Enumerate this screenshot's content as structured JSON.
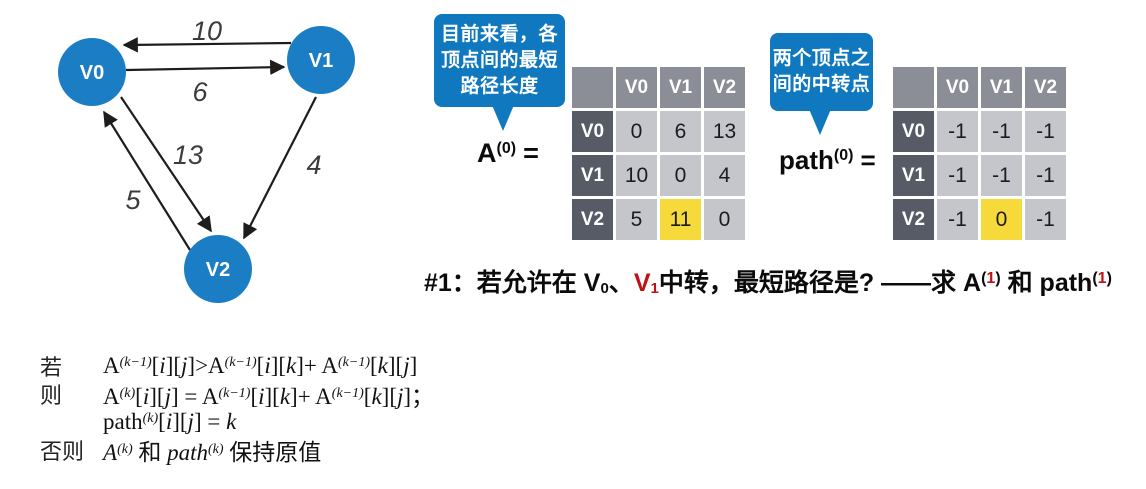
{
  "graph": {
    "nodes": [
      {
        "label": "V0"
      },
      {
        "label": "V1"
      },
      {
        "label": "V2"
      }
    ],
    "edges": [
      {
        "from": "V1",
        "to": "V0",
        "weight": "10"
      },
      {
        "from": "V0",
        "to": "V1",
        "weight": "6"
      },
      {
        "from": "V0",
        "to": "V2",
        "weight": "13"
      },
      {
        "from": "V2",
        "to": "V0",
        "weight": "5"
      },
      {
        "from": "V1",
        "to": "V2",
        "weight": "4"
      }
    ]
  },
  "bubbles": {
    "a": {
      "lines": [
        "目前来看，各",
        "顶点间的最短",
        "路径长度"
      ]
    },
    "path": {
      "lines": [
        "两个顶点之",
        "间的中转点"
      ]
    }
  },
  "matrices": {
    "a": {
      "label_base": "A",
      "label_sup": "(0)",
      "label_eq": "=",
      "col_headers": [
        "V0",
        "V1",
        "V2"
      ],
      "rows": [
        {
          "header": "V0",
          "cells": [
            "0",
            "6",
            "13"
          ]
        },
        {
          "header": "V1",
          "cells": [
            "10",
            "0",
            "4"
          ]
        },
        {
          "header": "V2",
          "cells": [
            "5",
            "11",
            "0"
          ]
        }
      ],
      "highlight": {
        "row": 2,
        "col": 1
      }
    },
    "path": {
      "label_base": "path",
      "label_sup": "(0)",
      "label_eq": "=",
      "col_headers": [
        "V0",
        "V1",
        "V2"
      ],
      "rows": [
        {
          "header": "V0",
          "cells": [
            "-1",
            "-1",
            "-1"
          ]
        },
        {
          "header": "V1",
          "cells": [
            "-1",
            "-1",
            "-1"
          ]
        },
        {
          "header": "V2",
          "cells": [
            "-1",
            "0",
            "-1"
          ]
        }
      ],
      "highlight": {
        "row": 2,
        "col": 1
      }
    }
  },
  "question": {
    "runs": [
      {
        "t": "#1：若允许在 "
      },
      {
        "t": "V"
      },
      {
        "t": "0",
        "c": "sub"
      },
      {
        "t": "、"
      },
      {
        "t": "V",
        "c": "red"
      },
      {
        "t": "1",
        "c": "sub red"
      },
      {
        "t": "中转，最短路径是? ——求 "
      },
      {
        "t": "A"
      },
      {
        "t": "(",
        "c": "sup"
      },
      {
        "t": "1",
        "c": "sup red"
      },
      {
        "t": ")",
        "c": "sup"
      },
      {
        "t": " 和 "
      },
      {
        "t": "path"
      },
      {
        "t": "(",
        "c": "sup"
      },
      {
        "t": "1",
        "c": "sup red"
      },
      {
        "t": ")",
        "c": "sup"
      }
    ]
  },
  "formula": {
    "lines": [
      {
        "label": "若",
        "runs": [
          {
            "t": "A"
          },
          {
            "t": "(k−1)",
            "c": "supit"
          },
          {
            "t": "["
          },
          {
            "t": "i",
            "c": "it"
          },
          {
            "t": "]["
          },
          {
            "t": "j",
            "c": "it"
          },
          {
            "t": "]>A"
          },
          {
            "t": "(k−1)",
            "c": "supit"
          },
          {
            "t": "["
          },
          {
            "t": "i",
            "c": "it"
          },
          {
            "t": "]["
          },
          {
            "t": "k",
            "c": "it"
          },
          {
            "t": "]+ A"
          },
          {
            "t": "(k−1)",
            "c": "supit"
          },
          {
            "t": "["
          },
          {
            "t": "k",
            "c": "it"
          },
          {
            "t": "]["
          },
          {
            "t": "j",
            "c": "it"
          },
          {
            "t": "]"
          }
        ]
      },
      {
        "label": "则",
        "runs": [
          {
            "t": "A"
          },
          {
            "t": "(k)",
            "c": "supit"
          },
          {
            "t": "["
          },
          {
            "t": "i",
            "c": "it"
          },
          {
            "t": "]["
          },
          {
            "t": "j",
            "c": "it"
          },
          {
            "t": "] = A"
          },
          {
            "t": "(k−1)",
            "c": "supit"
          },
          {
            "t": "["
          },
          {
            "t": "i",
            "c": "it"
          },
          {
            "t": "]["
          },
          {
            "t": "k",
            "c": "it"
          },
          {
            "t": "]+ A"
          },
          {
            "t": "(k−1)",
            "c": "supit"
          },
          {
            "t": "["
          },
          {
            "t": "k",
            "c": "it"
          },
          {
            "t": "]["
          },
          {
            "t": "j",
            "c": "it"
          },
          {
            "t": "]；"
          }
        ]
      },
      {
        "label": "",
        "runs": [
          {
            "t": "path"
          },
          {
            "t": "(k)",
            "c": "supit"
          },
          {
            "t": "["
          },
          {
            "t": "i",
            "c": "it"
          },
          {
            "t": "]["
          },
          {
            "t": "j",
            "c": "it"
          },
          {
            "t": "] = "
          },
          {
            "t": "k",
            "c": "it"
          }
        ]
      },
      {
        "label": "否则",
        "runs": [
          {
            "t": "A",
            "c": "it"
          },
          {
            "t": "(k)",
            "c": "supit"
          },
          {
            "t": " 和 "
          },
          {
            "t": "path",
            "c": "it"
          },
          {
            "t": "(k)",
            "c": "supit"
          },
          {
            "t": " 保持原值"
          }
        ]
      }
    ]
  },
  "colors": {
    "node-blue": "#1b7ec4",
    "bubble-blue": "#0f78bf",
    "header-gray": "#8b8e97",
    "rowhead-gray": "#565b65",
    "cell-gray": "#c5c6cc",
    "highlight-yellow": "#f6d93a",
    "accent-red": "#bf1116",
    "ink": "#1d1d1d"
  }
}
